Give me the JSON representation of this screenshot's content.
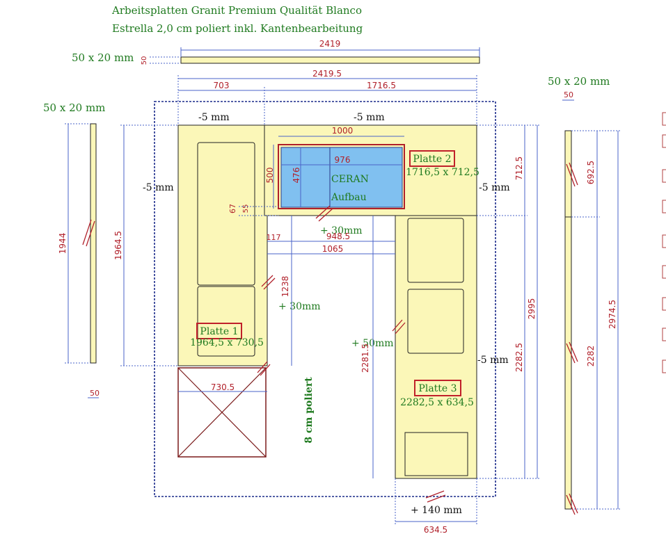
{
  "title": {
    "line1": "Arbeitsplatten Granit Premium Qualität Blanco",
    "line2": "Estrella 2,0 cm poliert inkl. Kantenbearbeitung"
  },
  "strip_labels": {
    "top": "50 x 20 mm",
    "left": "50 x 20 mm",
    "right": "50 x 20 mm"
  },
  "dimensions": {
    "top_strip_length": "2419",
    "top_strip_height": "50",
    "overall_width": "2419.5",
    "left_part": "703",
    "right_part": "1716.5",
    "left_strip_length": "1944",
    "left_strip_width": "50",
    "right_strip_width": "50",
    "right_strip_upper": "692.5",
    "right_strip_lower": "2282",
    "right_strip_total": "2974.5",
    "left_height": "1964.5",
    "cooktop_width": "1000",
    "cooktop_inner_width": "976",
    "cooktop_height": "500",
    "cooktop_inner_height": "476",
    "small_67": "67",
    "small_55": "55",
    "d117": "117",
    "d948": "948.5",
    "d1065": "1065",
    "d1238": "1238",
    "d730": "730.5",
    "d2281": "2281.5",
    "d712": "712.5",
    "d2282": "2282.5",
    "d2995": "2995",
    "d634": "634.5"
  },
  "notes": {
    "minus5_top_left": "-5 mm",
    "minus5_top_right": "-5 mm",
    "minus5_left": "-5 mm",
    "minus5_right_upper": "-5 mm",
    "minus5_right_lower": "-5 mm",
    "plus30_upper": "+ 30mm",
    "plus30_lower": "+ 30mm",
    "plus50": "+ 50mm",
    "plus140": "+ 140 mm",
    "polished_edge": "8 cm poliert"
  },
  "cooktop": {
    "label1": "CERAN",
    "label2": "Aufbau"
  },
  "plates": [
    {
      "name": "Platte 1",
      "size": "1964,5 x 730,5"
    },
    {
      "name": "Platte 2",
      "size": "1716,5 x 712,5"
    },
    {
      "name": "Platte 3",
      "size": "2282,5 x 634,5"
    }
  ],
  "colors": {
    "slab": "#fbf7b8",
    "cooktop": "#80c0f0",
    "dimension_line": "#4a63c8",
    "dimension_text": "#b0202a",
    "note_text": "#1f7a1f"
  }
}
